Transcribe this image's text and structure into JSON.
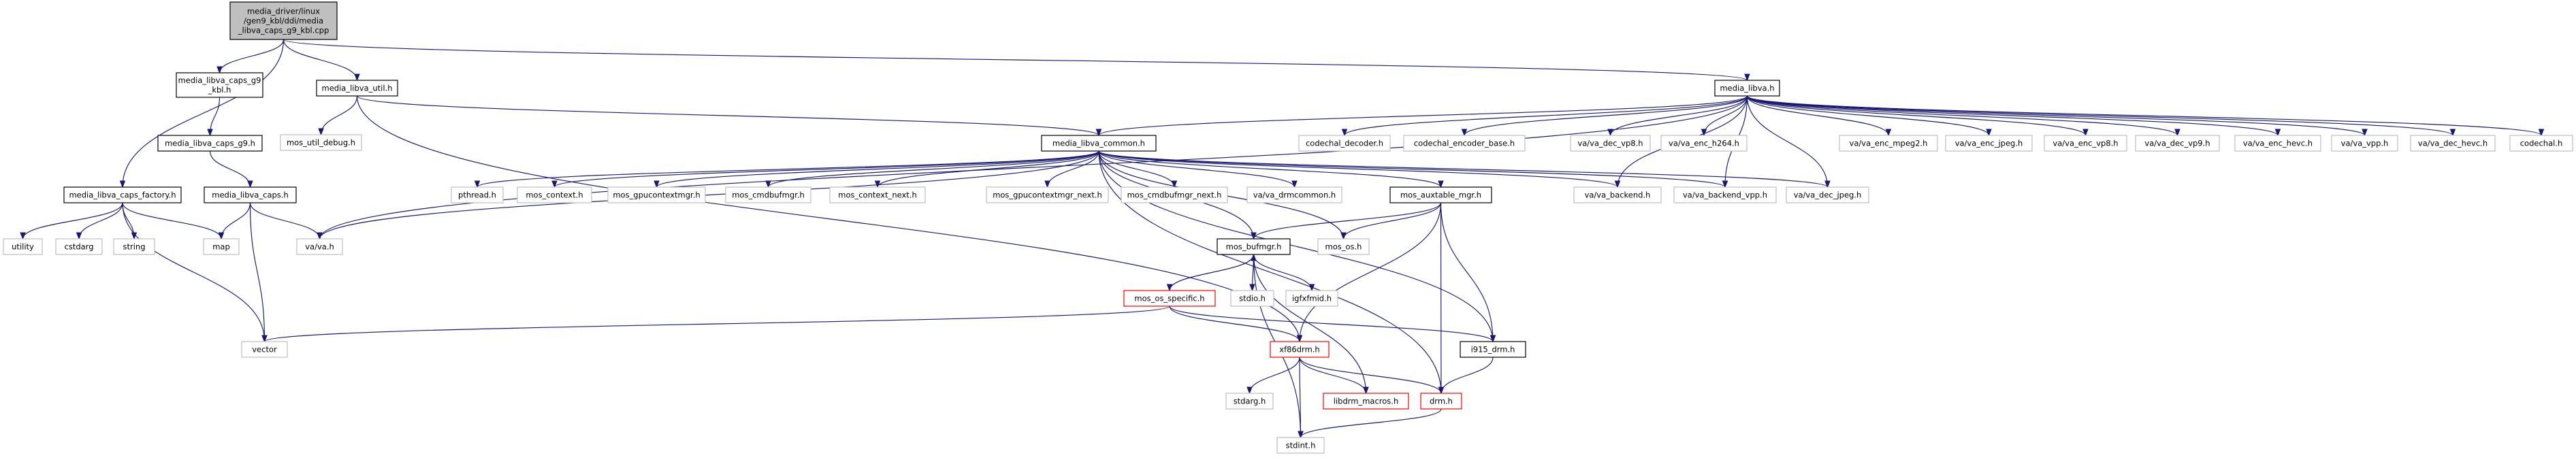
{
  "graph": {
    "nodes": [
      {
        "id": "root",
        "lines": [
          "media_driver/linux",
          "/gen9_kbl/ddi/media",
          "_libva_caps_g9_kbl.cpp"
        ],
        "style": "root"
      },
      {
        "id": "caps_g9_kbl",
        "lines": [
          "media_libva_caps_g9",
          "_kbl.h"
        ],
        "style": "dark"
      },
      {
        "id": "libva_util",
        "lines": [
          "media_libva_util.h"
        ],
        "style": "dark"
      },
      {
        "id": "media_libva",
        "lines": [
          "media_libva.h"
        ],
        "style": "dark"
      },
      {
        "id": "caps_g9",
        "lines": [
          "media_libva_caps_g9.h"
        ],
        "style": "dark"
      },
      {
        "id": "mos_util_debug",
        "lines": [
          "mos_util_debug.h"
        ],
        "style": "light"
      },
      {
        "id": "libva_common",
        "lines": [
          "media_libva_common.h"
        ],
        "style": "dark"
      },
      {
        "id": "codechal_decoder",
        "lines": [
          "codechal_decoder.h"
        ],
        "style": "light"
      },
      {
        "id": "codechal_encoder_base",
        "lines": [
          "codechal_encoder_base.h"
        ],
        "style": "light"
      },
      {
        "id": "va_dec_vp8",
        "lines": [
          "va/va_dec_vp8.h"
        ],
        "style": "light"
      },
      {
        "id": "va_enc_h264",
        "lines": [
          "va/va_enc_h264.h"
        ],
        "style": "light"
      },
      {
        "id": "va_enc_mpeg2",
        "lines": [
          "va/va_enc_mpeg2.h"
        ],
        "style": "light"
      },
      {
        "id": "va_enc_jpeg",
        "lines": [
          "va/va_enc_jpeg.h"
        ],
        "style": "light"
      },
      {
        "id": "va_enc_vp8",
        "lines": [
          "va/va_enc_vp8.h"
        ],
        "style": "light"
      },
      {
        "id": "va_dec_vp9",
        "lines": [
          "va/va_dec_vp9.h"
        ],
        "style": "light"
      },
      {
        "id": "va_enc_hevc",
        "lines": [
          "va/va_enc_hevc.h"
        ],
        "style": "light"
      },
      {
        "id": "va_vpp",
        "lines": [
          "va/va_vpp.h"
        ],
        "style": "light"
      },
      {
        "id": "va_dec_hevc",
        "lines": [
          "va/va_dec_hevc.h"
        ],
        "style": "light"
      },
      {
        "id": "codechal",
        "lines": [
          "codechal.h"
        ],
        "style": "light"
      },
      {
        "id": "caps_factory",
        "lines": [
          "media_libva_caps_factory.h"
        ],
        "style": "dark"
      },
      {
        "id": "libva_caps",
        "lines": [
          "media_libva_caps.h"
        ],
        "style": "dark"
      },
      {
        "id": "pthread",
        "lines": [
          "pthread.h"
        ],
        "style": "light"
      },
      {
        "id": "mos_context",
        "lines": [
          "mos_context.h"
        ],
        "style": "light"
      },
      {
        "id": "mos_gpucontextmgr",
        "lines": [
          "mos_gpucontextmgr.h"
        ],
        "style": "light"
      },
      {
        "id": "mos_cmdbufmgr",
        "lines": [
          "mos_cmdbufmgr.h"
        ],
        "style": "light"
      },
      {
        "id": "mos_context_next",
        "lines": [
          "mos_context_next.h"
        ],
        "style": "light"
      },
      {
        "id": "mos_gpucontextmgr_next",
        "lines": [
          "mos_gpucontextmgr_next.h"
        ],
        "style": "light"
      },
      {
        "id": "mos_cmdbufmgr_next",
        "lines": [
          "mos_cmdbufmgr_next.h"
        ],
        "style": "light"
      },
      {
        "id": "va_drmcommon",
        "lines": [
          "va/va_drmcommon.h"
        ],
        "style": "light"
      },
      {
        "id": "mos_auxtable_mgr",
        "lines": [
          "mos_auxtable_mgr.h"
        ],
        "style": "dark"
      },
      {
        "id": "va_backend",
        "lines": [
          "va/va_backend.h"
        ],
        "style": "light"
      },
      {
        "id": "va_backend_vpp",
        "lines": [
          "va/va_backend_vpp.h"
        ],
        "style": "light"
      },
      {
        "id": "va_dec_jpeg",
        "lines": [
          "va/va_dec_jpeg.h"
        ],
        "style": "light"
      },
      {
        "id": "utility",
        "lines": [
          "utility"
        ],
        "style": "light"
      },
      {
        "id": "cstdarg",
        "lines": [
          "cstdarg"
        ],
        "style": "light"
      },
      {
        "id": "string",
        "lines": [
          "string"
        ],
        "style": "light"
      },
      {
        "id": "map",
        "lines": [
          "map"
        ],
        "style": "light"
      },
      {
        "id": "va_h",
        "lines": [
          "va/va.h"
        ],
        "style": "light"
      },
      {
        "id": "mos_bufmgr",
        "lines": [
          "mos_bufmgr.h"
        ],
        "style": "dark"
      },
      {
        "id": "mos_os",
        "lines": [
          "mos_os.h"
        ],
        "style": "light"
      },
      {
        "id": "mos_os_specific",
        "lines": [
          "mos_os_specific.h"
        ],
        "style": "red"
      },
      {
        "id": "stdio",
        "lines": [
          "stdio.h"
        ],
        "style": "light"
      },
      {
        "id": "igfxfmid",
        "lines": [
          "igfxfmid.h"
        ],
        "style": "light"
      },
      {
        "id": "vector",
        "lines": [
          "vector"
        ],
        "style": "light"
      },
      {
        "id": "xf86drm",
        "lines": [
          "xf86drm.h"
        ],
        "style": "red"
      },
      {
        "id": "i915_drm",
        "lines": [
          "i915_drm.h"
        ],
        "style": "dark"
      },
      {
        "id": "stdarg",
        "lines": [
          "stdarg.h"
        ],
        "style": "light"
      },
      {
        "id": "libdrm_macros",
        "lines": [
          "libdrm_macros.h"
        ],
        "style": "red"
      },
      {
        "id": "drm",
        "lines": [
          "drm.h"
        ],
        "style": "red"
      },
      {
        "id": "stdint",
        "lines": [
          "stdint.h"
        ],
        "style": "light"
      }
    ],
    "edges": [
      [
        "root",
        "caps_g9_kbl"
      ],
      [
        "root",
        "libva_util"
      ],
      [
        "root",
        "media_libva"
      ],
      [
        "root",
        "caps_factory"
      ],
      [
        "caps_g9_kbl",
        "caps_g9"
      ],
      [
        "caps_g9",
        "libva_caps"
      ],
      [
        "libva_caps",
        "map"
      ],
      [
        "libva_caps",
        "va_h"
      ],
      [
        "libva_caps",
        "vector"
      ],
      [
        "caps_factory",
        "utility"
      ],
      [
        "caps_factory",
        "cstdarg"
      ],
      [
        "caps_factory",
        "string"
      ],
      [
        "caps_factory",
        "map"
      ],
      [
        "caps_factory",
        "vector"
      ],
      [
        "libva_util",
        "mos_util_debug"
      ],
      [
        "libva_util",
        "libva_common"
      ],
      [
        "libva_util",
        "xf86drm"
      ],
      [
        "media_libva",
        "va_h"
      ],
      [
        "media_libva",
        "libva_common"
      ],
      [
        "media_libva",
        "codechal_decoder"
      ],
      [
        "media_libva",
        "codechal_encoder_base"
      ],
      [
        "media_libva",
        "va_dec_vp8"
      ],
      [
        "media_libva",
        "va_enc_h264"
      ],
      [
        "media_libva",
        "va_enc_mpeg2"
      ],
      [
        "media_libva",
        "va_enc_jpeg"
      ],
      [
        "media_libva",
        "va_enc_vp8"
      ],
      [
        "media_libva",
        "va_dec_vp9"
      ],
      [
        "media_libva",
        "va_enc_hevc"
      ],
      [
        "media_libva",
        "va_vpp"
      ],
      [
        "media_libva",
        "va_dec_hevc"
      ],
      [
        "media_libva",
        "codechal"
      ],
      [
        "media_libva",
        "va_backend"
      ],
      [
        "media_libva",
        "va_backend_vpp"
      ],
      [
        "media_libva",
        "va_dec_jpeg"
      ],
      [
        "libva_common",
        "va_h"
      ],
      [
        "libva_common",
        "pthread"
      ],
      [
        "libva_common",
        "mos_context"
      ],
      [
        "libva_common",
        "mos_gpucontextmgr"
      ],
      [
        "libva_common",
        "mos_cmdbufmgr"
      ],
      [
        "libva_common",
        "mos_context_next"
      ],
      [
        "libva_common",
        "mos_gpucontextmgr_next"
      ],
      [
        "libva_common",
        "mos_cmdbufmgr_next"
      ],
      [
        "libva_common",
        "va_drmcommon"
      ],
      [
        "libva_common",
        "mos_auxtable_mgr"
      ],
      [
        "libva_common",
        "va_backend"
      ],
      [
        "libva_common",
        "va_backend_vpp"
      ],
      [
        "libva_common",
        "va_dec_jpeg"
      ],
      [
        "libva_common",
        "mos_bufmgr"
      ],
      [
        "libva_common",
        "mos_os"
      ],
      [
        "libva_common",
        "i915_drm"
      ],
      [
        "libva_common",
        "drm"
      ],
      [
        "mos_auxtable_mgr",
        "mos_bufmgr"
      ],
      [
        "mos_auxtable_mgr",
        "mos_os"
      ],
      [
        "mos_auxtable_mgr",
        "xf86drm"
      ],
      [
        "mos_auxtable_mgr",
        "i915_drm"
      ],
      [
        "mos_auxtable_mgr",
        "drm"
      ],
      [
        "mos_bufmgr",
        "mos_os_specific"
      ],
      [
        "mos_bufmgr",
        "stdio"
      ],
      [
        "mos_bufmgr",
        "igfxfmid"
      ],
      [
        "mos_bufmgr",
        "libdrm_macros"
      ],
      [
        "mos_bufmgr",
        "stdint"
      ],
      [
        "mos_os_specific",
        "mos_bufmgr"
      ],
      [
        "mos_os_specific",
        "vector"
      ],
      [
        "mos_os_specific",
        "xf86drm"
      ],
      [
        "mos_os_specific",
        "i915_drm"
      ],
      [
        "xf86drm",
        "stdarg"
      ],
      [
        "xf86drm",
        "libdrm_macros"
      ],
      [
        "xf86drm",
        "drm"
      ],
      [
        "xf86drm",
        "stdint"
      ],
      [
        "i915_drm",
        "drm"
      ],
      [
        "drm",
        "stdint"
      ]
    ]
  }
}
